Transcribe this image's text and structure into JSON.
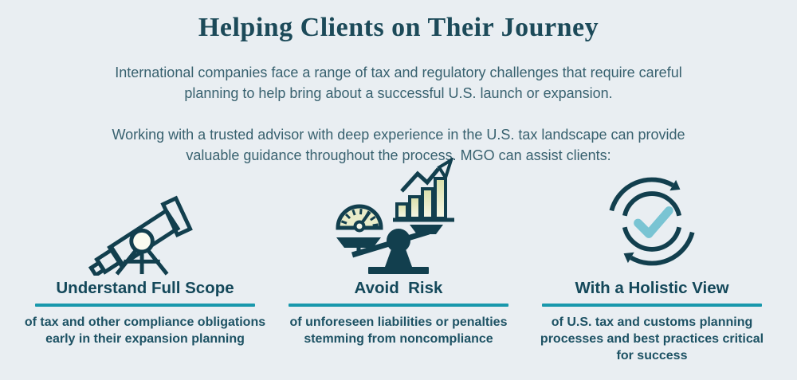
{
  "header": {
    "title": "Helping Clients on Their Journey"
  },
  "intro": {
    "paragraph_1": "International companies face a range of tax and regulatory challenges that require careful planning to help bring about a successful U.S. launch or expansion.",
    "paragraph_2": "Working with a trusted advisor with deep experience in the U.S. tax landscape can provide valuable guidance throughout the process. MGO can assist clients:"
  },
  "columns": [
    {
      "icon": "telescope-icon",
      "heading": "Understand Full Scope",
      "description": "of tax and other compliance obligations early in their expansion planning"
    },
    {
      "icon": "balance-scale-icon",
      "heading": "Avoid  Risk",
      "description": "of unforeseen liabilities or penalties stemming from noncompliance"
    },
    {
      "icon": "circular-arrows-check-icon",
      "heading": "With a Holistic View",
      "description": "of U.S. tax and customs planning processes and best practices critical for success"
    }
  ],
  "colors": {
    "background": "#e9eef2",
    "dark_teal": "#123f4e",
    "heading_teal": "#14485a",
    "body_teal": "#38616f",
    "accent_teal": "#1898ac",
    "icon_fill_light": "#e9ecc9",
    "check_teal": "#79c4d3"
  }
}
